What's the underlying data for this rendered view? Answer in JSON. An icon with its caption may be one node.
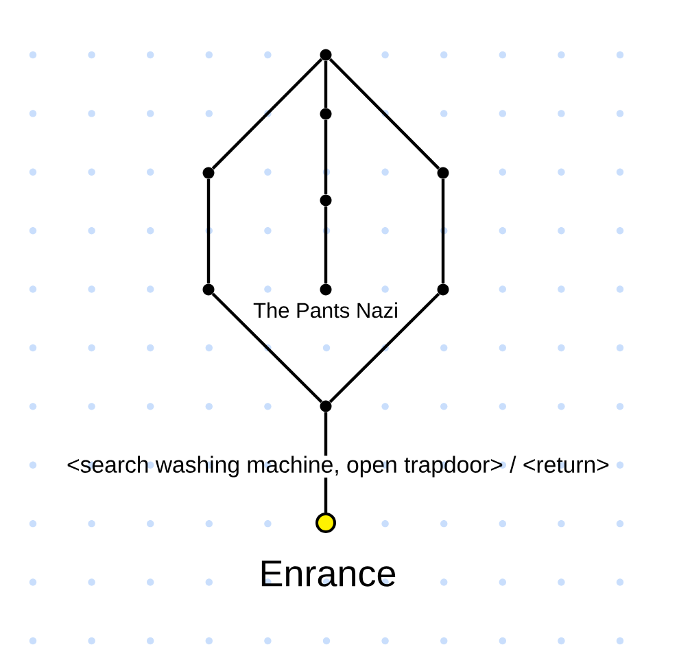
{
  "diagram": {
    "nodes": [
      {
        "text": [],
        "shape": "circle"
      },
      {
        "text": [],
        "shape": "circle"
      },
      {
        "text": [],
        "shape": "circle"
      },
      {
        "text": [],
        "shape": "circle"
      },
      {
        "text": [],
        "shape": "circle"
      },
      {
        "text": [],
        "shape": "circle"
      },
      {
        "text": [],
        "shape": "circle",
        "beside": [
          "The Pants Nazi"
        ]
      },
      {
        "text": [],
        "shape": "circle"
      },
      {
        "text": [],
        "shape": "circle"
      },
      {
        "text": [],
        "shape": "circle",
        "beside": [
          "Enrance"
        ]
      }
    ],
    "edges": [
      {
        "from": 0,
        "to": 1,
        "arrow": "none"
      },
      {
        "from": 0,
        "to": 2,
        "arrow": "none"
      },
      {
        "from": 0,
        "to": 3,
        "arrow": "none"
      },
      {
        "from": 1,
        "to": 4,
        "arrow": "none"
      },
      {
        "from": 4,
        "to": 6,
        "arrow": "none"
      },
      {
        "from": 2,
        "to": 5,
        "arrow": "none"
      },
      {
        "from": 3,
        "to": 7,
        "arrow": "none"
      },
      {
        "from": 5,
        "to": 8,
        "arrow": "none"
      },
      {
        "from": 7,
        "to": 8,
        "arrow": "none"
      },
      {
        "from": 8,
        "to": 9,
        "arrow": "none",
        "label": "<search washing machine, open trapdoor> / <return>"
      }
    ]
  }
}
